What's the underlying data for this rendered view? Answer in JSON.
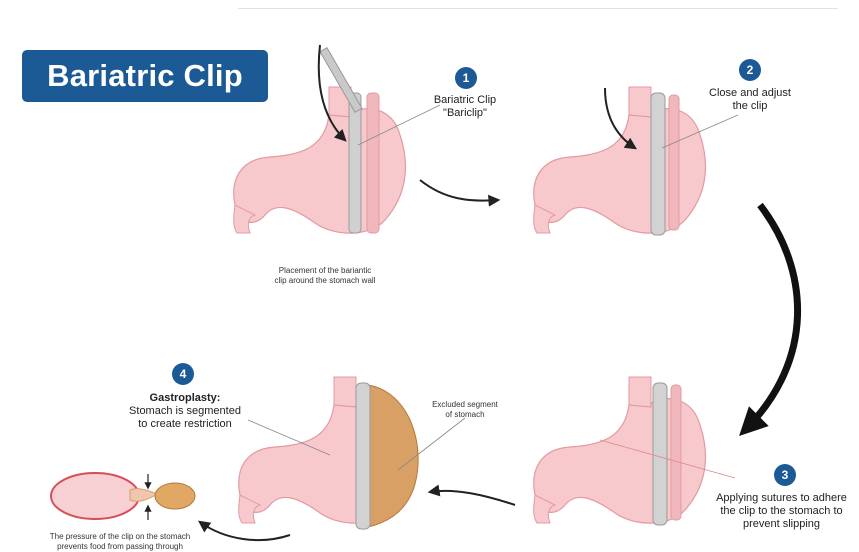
{
  "title": "Bariatric Clip",
  "steps": [
    {
      "number": "1",
      "label_line1": "Bariatric Clip",
      "label_line2": "\"Bariclip\""
    },
    {
      "number": "2",
      "label_line1": "Close and adjust",
      "label_line2": "the clip"
    },
    {
      "number": "3",
      "label_line1": "Applying sutures to adhere",
      "label_line2": "the clip to the stomach to",
      "label_line3": "prevent slipping"
    },
    {
      "number": "4",
      "heading": "Gastroplasty:",
      "label_line1": "Stomach is segmented",
      "label_line2": "to create restriction"
    }
  ],
  "placement_caption_line1": "Placement of the bariantic",
  "placement_caption_line2": "clip around the stomach wall",
  "excluded_label_line1": "Excluded segment",
  "excluded_label_line2": "of stomach",
  "pressure_caption_line1": "The pressure of the clip on the stomach",
  "pressure_caption_line2": "prevents food from passing through",
  "colors": {
    "title_bg": "#1c5a96",
    "stomach_fill": "#f7c9cc",
    "stomach_stroke": "#e39aa0",
    "clip": "#c9c9c9",
    "excluded": "#d9a066"
  }
}
